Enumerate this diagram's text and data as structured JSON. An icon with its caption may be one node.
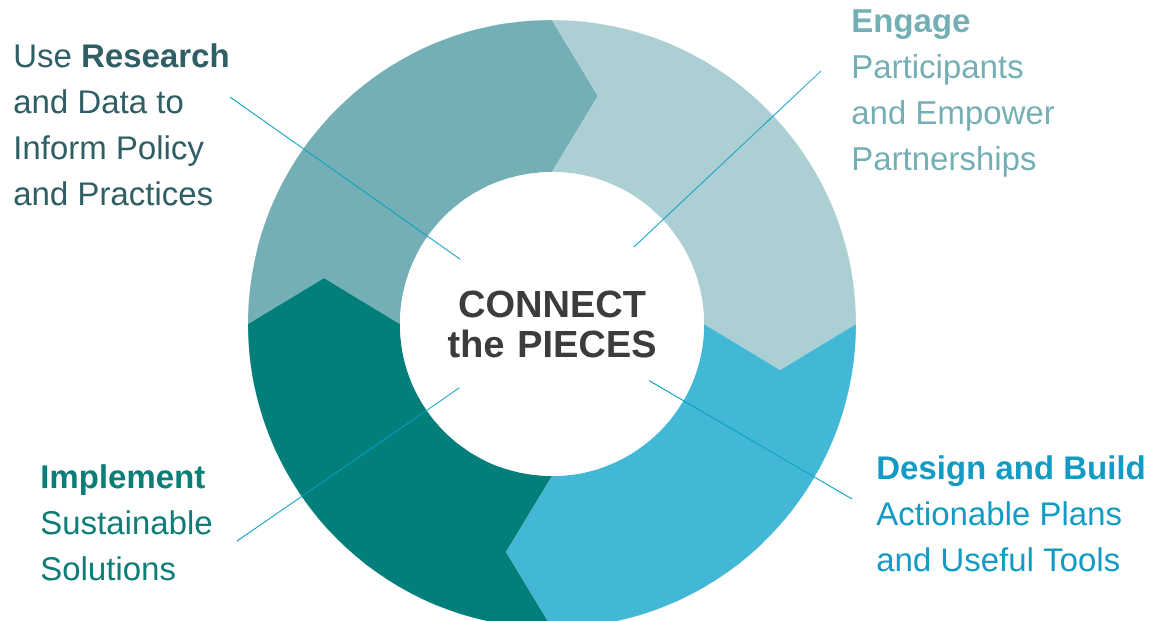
{
  "diagram": {
    "nodes": [
      {
        "text": [
          "Use **Research** and Data to Inform Policy and Practices"
        ]
      },
      {
        "text": [
          "Engage",
          "Participants and Empower Partnerships"
        ]
      },
      {
        "text": [
          "CONNECT the PIECES"
        ]
      },
      {
        "text": [
          "Design and Build",
          "Actionable Plans and Useful Tools"
        ]
      },
      {
        "text": [
          "Implement",
          "Sustainable Solutions"
        ]
      }
    ],
    "edges": [
      {
        "from": 0,
        "to": 2,
        "arrow": "none"
      },
      {
        "from": 1,
        "to": 2,
        "arrow": "none"
      },
      {
        "from": 4,
        "to": 2,
        "arrow": "none"
      },
      {
        "from": 3,
        "to": 2,
        "arrow": "none"
      }
    ]
  }
}
